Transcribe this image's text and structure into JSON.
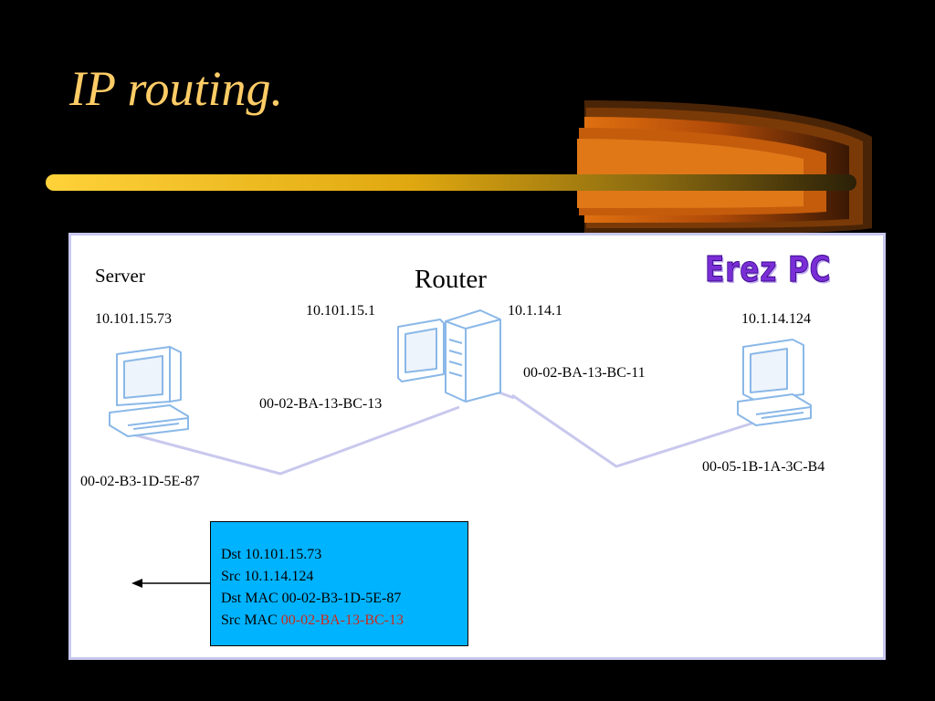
{
  "title": "IP routing.",
  "nodes": {
    "server": {
      "label": "Server",
      "ip": "10.101.15.73",
      "mac": "00-02-B3-1D-5E-87"
    },
    "router": {
      "label": "Router",
      "ip_left": "10.101.15.1",
      "ip_right": "10.1.14.1",
      "mac_left": "00-02-BA-13-BC-13",
      "mac_right": "00-02-BA-13-BC-11"
    },
    "pc": {
      "label": "Erez PC",
      "ip": "10.1.14.124",
      "mac": "00-05-1B-1A-3C-B4"
    }
  },
  "packet": {
    "dst_ip": "Dst 10.101.15.73",
    "src_ip": "Src 10.1.14.124",
    "dst_mac": "Dst MAC 00-02-B3-1D-5E-87",
    "src_mac_prefix": "Src MAC ",
    "src_mac_value": "00-02-BA-13-BC-13"
  },
  "colors": {
    "title": "#ffcc66",
    "packet_bg": "#00b3ff",
    "highlight": "#cc2a1a",
    "link": "#c8c8ee",
    "computer_outline": "#8ab8e8"
  }
}
